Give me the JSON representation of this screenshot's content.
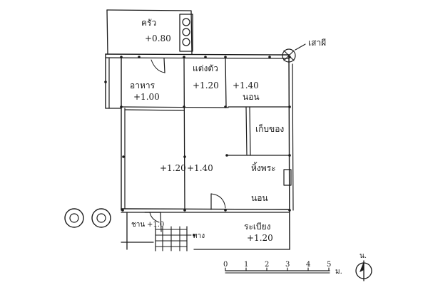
{
  "plan": {
    "kitchen": {
      "name": "ครัว",
      "level": "+0.80"
    },
    "dining": {
      "name": "อาหาร",
      "level": "+1.00"
    },
    "dressing": {
      "name": "แต่งตัว",
      "level": "+1.20"
    },
    "bedroom_upper": {
      "name": "นอน",
      "level": "+1.40"
    },
    "storage": {
      "name": "เก็บของ"
    },
    "hall_level_left": "+1.20",
    "hall_level_right": "+1.40",
    "shrine": "หิ้งพระ",
    "bedroom_lower": "นอน",
    "porch": {
      "name": "ชาน",
      "level": "+1.0"
    },
    "stair": "ทาง",
    "veranda": {
      "name": "ระเบียง",
      "level": "+1.20"
    },
    "post_callout": "เสาผี"
  },
  "scale_bar": {
    "ticks": [
      "0",
      "1",
      "2",
      "3",
      "4",
      "5"
    ],
    "unit": "ม."
  },
  "north": {
    "label": "น."
  }
}
